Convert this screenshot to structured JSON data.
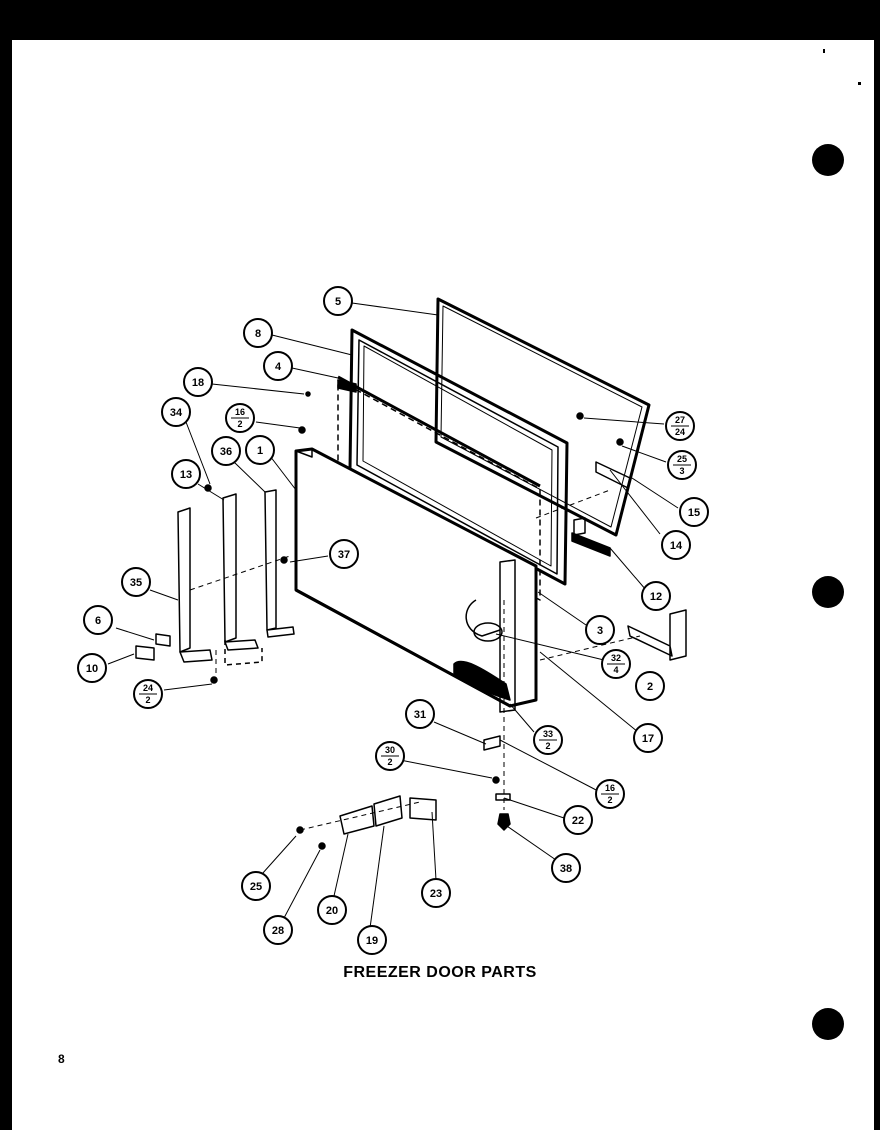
{
  "diagram": {
    "caption": "FREEZER DOOR PARTS",
    "page_number": "8",
    "callouts": [
      {
        "id": "c5",
        "label": "5"
      },
      {
        "id": "c8",
        "label": "8"
      },
      {
        "id": "c4",
        "label": "4"
      },
      {
        "id": "c18",
        "label": "18"
      },
      {
        "id": "c16a",
        "top": "16",
        "bottom": "2"
      },
      {
        "id": "c34",
        "label": "34"
      },
      {
        "id": "c36",
        "label": "36"
      },
      {
        "id": "c1",
        "label": "1"
      },
      {
        "id": "c13",
        "label": "13"
      },
      {
        "id": "c27",
        "top": "27",
        "bottom": "24"
      },
      {
        "id": "c25a",
        "top": "25",
        "bottom": "3"
      },
      {
        "id": "c15",
        "label": "15"
      },
      {
        "id": "c14",
        "label": "14"
      },
      {
        "id": "c12",
        "label": "12"
      },
      {
        "id": "c37",
        "label": "37"
      },
      {
        "id": "c35",
        "label": "35"
      },
      {
        "id": "c6",
        "label": "6"
      },
      {
        "id": "c10",
        "label": "10"
      },
      {
        "id": "c24",
        "top": "24",
        "bottom": "2"
      },
      {
        "id": "c3",
        "label": "3"
      },
      {
        "id": "c32",
        "top": "32",
        "bottom": "4"
      },
      {
        "id": "c2",
        "label": "2"
      },
      {
        "id": "c17",
        "label": "17"
      },
      {
        "id": "c33",
        "top": "33",
        "bottom": "2"
      },
      {
        "id": "c31",
        "label": "31"
      },
      {
        "id": "c30",
        "top": "30",
        "bottom": "2"
      },
      {
        "id": "c16b",
        "top": "16",
        "bottom": "2"
      },
      {
        "id": "c22",
        "label": "22"
      },
      {
        "id": "c38",
        "label": "38"
      },
      {
        "id": "c25b",
        "label": "25"
      },
      {
        "id": "c20",
        "label": "20"
      },
      {
        "id": "c23",
        "label": "23"
      },
      {
        "id": "c28",
        "label": "28"
      },
      {
        "id": "c19",
        "label": "19"
      }
    ]
  }
}
